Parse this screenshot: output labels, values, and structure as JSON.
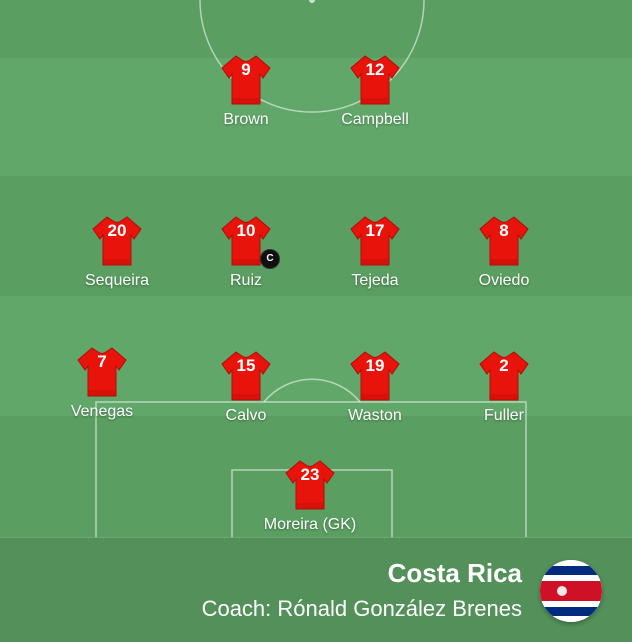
{
  "colors": {
    "shirt": "#e8140c",
    "shirt_dark": "#b00c07",
    "pitch_light": "#62a76a",
    "pitch_dark": "#5a9e61"
  },
  "players": [
    {
      "number": "9",
      "name": "Brown"
    },
    {
      "number": "12",
      "name": "Campbell"
    },
    {
      "number": "20",
      "name": "Sequeira"
    },
    {
      "number": "10",
      "name": "Ruiz",
      "captain": "C"
    },
    {
      "number": "17",
      "name": "Tejeda"
    },
    {
      "number": "8",
      "name": "Oviedo"
    },
    {
      "number": "7",
      "name": "Venegas"
    },
    {
      "number": "15",
      "name": "Calvo"
    },
    {
      "number": "19",
      "name": "Waston"
    },
    {
      "number": "2",
      "name": "Fuller"
    },
    {
      "number": "23",
      "name": "Moreira (GK)"
    }
  ],
  "team": {
    "name": "Costa Rica",
    "coach": "Coach: Rónald González Brenes",
    "flag_icon": "costa-rica-flag-icon"
  }
}
